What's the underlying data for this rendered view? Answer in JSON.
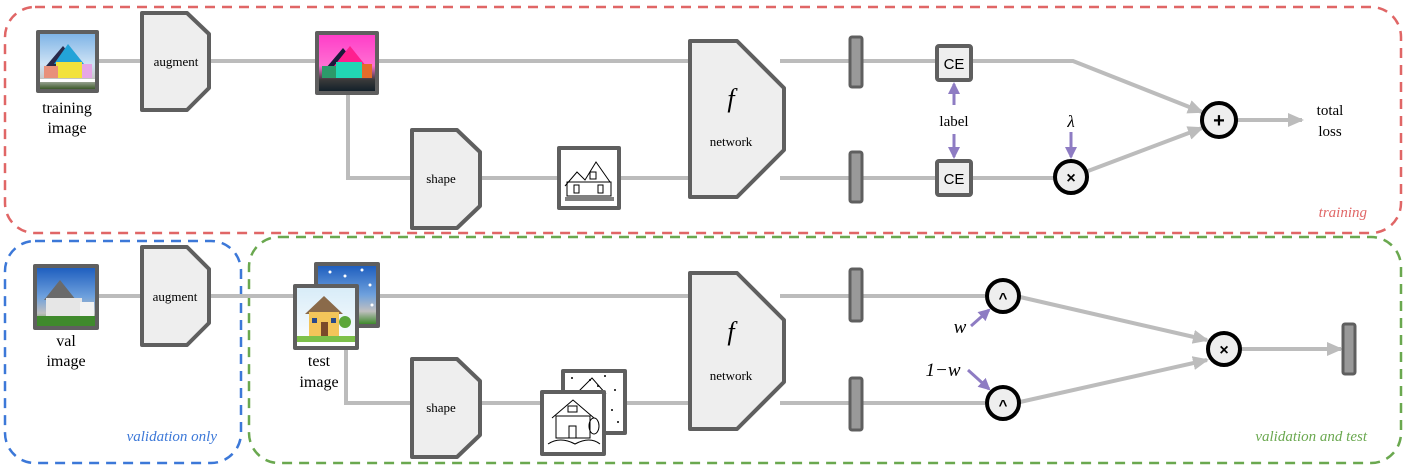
{
  "regions": {
    "training": {
      "label": "training",
      "color": "#e06666"
    },
    "validation_only": {
      "label": "validation only",
      "color": "#3c78d8"
    },
    "validation_and_test": {
      "label": "validation and test",
      "color": "#6aa84f"
    }
  },
  "training": {
    "input_label_line1": "training",
    "input_label_line2": "image",
    "augment_label": "augment",
    "shape_label": "shape",
    "network_symbol": "f",
    "network_label": "network",
    "ce_top": "CE",
    "ce_bottom": "CE",
    "label_text": "label",
    "lambda_symbol": "λ",
    "multiply_symbol": "×",
    "plus_symbol": "+",
    "output_line1": "total",
    "output_line2": "loss"
  },
  "validation": {
    "input_label_line1": "val",
    "input_label_line2": "image",
    "augment_label": "augment"
  },
  "test": {
    "input_label_line1": "test",
    "input_label_line2": "image",
    "shape_label": "shape",
    "network_symbol": "f",
    "network_label": "network",
    "power_top": "^",
    "power_bottom": "^",
    "weight_top": "w",
    "weight_bottom": "1−w",
    "multiply_symbol": "×"
  },
  "colors": {
    "node_stroke": "#5f5f5f",
    "node_fill": "#eeeeee",
    "edge": "#bcbcbc",
    "param_arrow": "#8e7cc3",
    "op_stroke": "#000000"
  }
}
